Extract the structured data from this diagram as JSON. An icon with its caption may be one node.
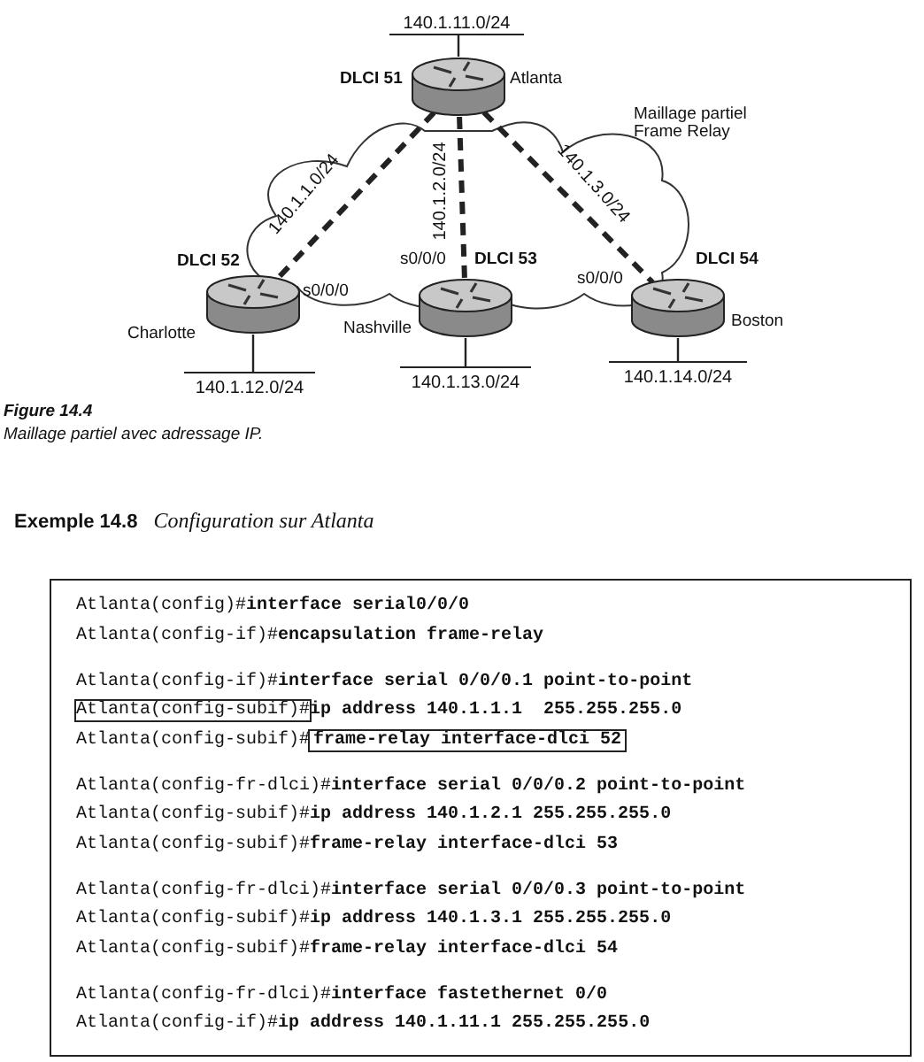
{
  "diagram": {
    "nodes": [
      {
        "text": [
          "140.1.11.0/24"
        ]
      },
      {
        "text": [],
        "shape": "picture",
        "beside": [
          "DLCI 51",
          "Atlanta"
        ]
      },
      {
        "text": [],
        "shape": "picture",
        "beside": [
          "DLCI 52",
          "s0/0/0",
          "Charlotte"
        ]
      },
      {
        "text": [],
        "shape": "picture",
        "beside": [
          "s0/0/0",
          "DLCI 53",
          "Nashville"
        ]
      },
      {
        "text": [],
        "shape": "picture",
        "beside": [
          "s0/0/0",
          "DLCI 54",
          "Boston"
        ]
      },
      {
        "text": [
          "140.1.12.0/24"
        ]
      },
      {
        "text": [
          "140.1.13.0/24"
        ]
      },
      {
        "text": [
          "140.1.14.0/24"
        ]
      },
      {
        "text": [
          "Atlanta(config)#**interface serial0/0/0**",
          "Atlanta(config-if)#**encapsulation frame-relay**",
          "Atlanta(config-if)#**interface serial 0/0/0.1 point-to-point**",
          "Atlanta(config-subif)#**ip address 140.1.1.1  255.255.255.0**",
          "Atlanta(config-subif)#**frame-relay interface-dlci 52**",
          "Atlanta(config-fr-dlci)#**interface serial 0/0/0.2 point-to-point**",
          "Atlanta(config-subif)#**ip address 140.1.2.1 255.255.255.0**",
          "Atlanta(config-subif)#**frame-relay interface-dlci 53**",
          "Atlanta(config-fr-dlci)#**interface serial 0/0/0.3 point-to-point**",
          "Atlanta(config-subif)#**ip address 140.1.3.1 255.255.255.0**",
          "Atlanta(config-subif)#**frame-relay interface-dlci 54**",
          "Atlanta(config-fr-dlci)#**interface fastethernet 0/0**",
          "Atlanta(config-if)#**ip address 140.1.11.1 255.255.255.0**"
        ]
      }
    ],
    "edges": [
      {
        "from": 1,
        "to": 2,
        "arrow": "none",
        "style": "dashed",
        "label": "140.1.1.0/24"
      },
      {
        "from": 1,
        "to": 3,
        "arrow": "none",
        "style": "dashed",
        "label": "140.1.2.0/24"
      },
      {
        "from": 1,
        "to": 4,
        "arrow": "none",
        "style": "dashed",
        "label": "140.1.3.0/24"
      },
      {
        "from": 1,
        "to": 0,
        "arrow": "none"
      },
      {
        "from": 2,
        "to": 5,
        "arrow": "none"
      },
      {
        "from": 3,
        "to": 6,
        "arrow": "none"
      },
      {
        "from": 4,
        "to": 7,
        "arrow": "none"
      }
    ],
    "labels": [
      "Maillage partiel Frame Relay",
      "Figure 14.4",
      "Maillage partiel avec adressage IP.",
      "**Exemple 14.8** *Configuration sur Atlanta*"
    ]
  }
}
